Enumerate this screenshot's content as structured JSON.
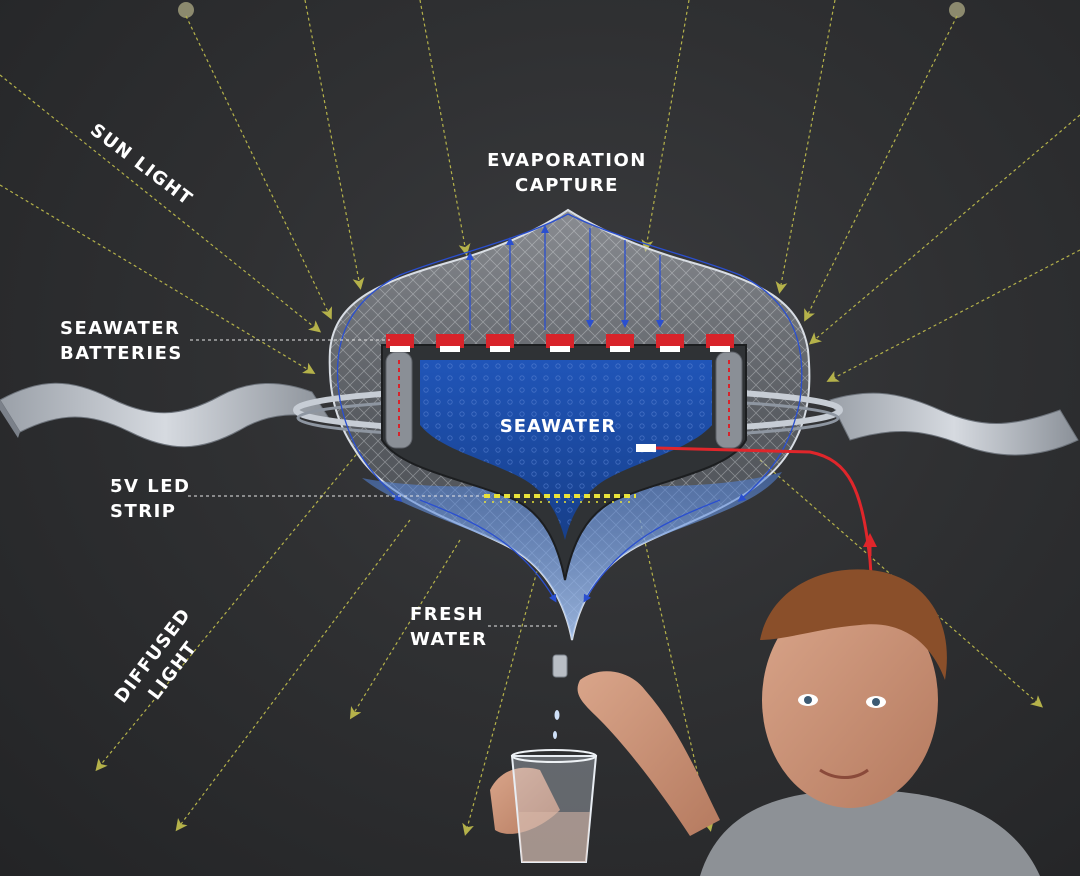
{
  "labels": {
    "sun_light": "SUN LIGHT",
    "evaporation_line1": "EVAPORATION",
    "evaporation_line2": "CAPTURE",
    "batteries_line1": "SEAWATER",
    "batteries_line2": "BATTERIES",
    "seawater": "SEAWATER",
    "led_line1": "5V LED",
    "led_line2": "STRIP",
    "fresh_line1": "FRESH",
    "fresh_line2": "WATER",
    "diffused_line1": "DIFFUSED",
    "diffused_line2": "LIGHT"
  },
  "colors": {
    "background": "#2b2c2e",
    "sun_ray": "#b5b24a",
    "flow_arrows": "#2a4fd0",
    "seawater": "#1f4fa8",
    "fresh_water": "#6f9be0",
    "power_cable": "#e0262b",
    "led_strip": "#e8e23a",
    "battery_cap": "#d8232a"
  },
  "icons": {
    "sun_left": "sun-source-icon",
    "sun_right": "sun-source-icon",
    "glass": "drinking-glass-icon",
    "faucet": "faucet-icon"
  }
}
